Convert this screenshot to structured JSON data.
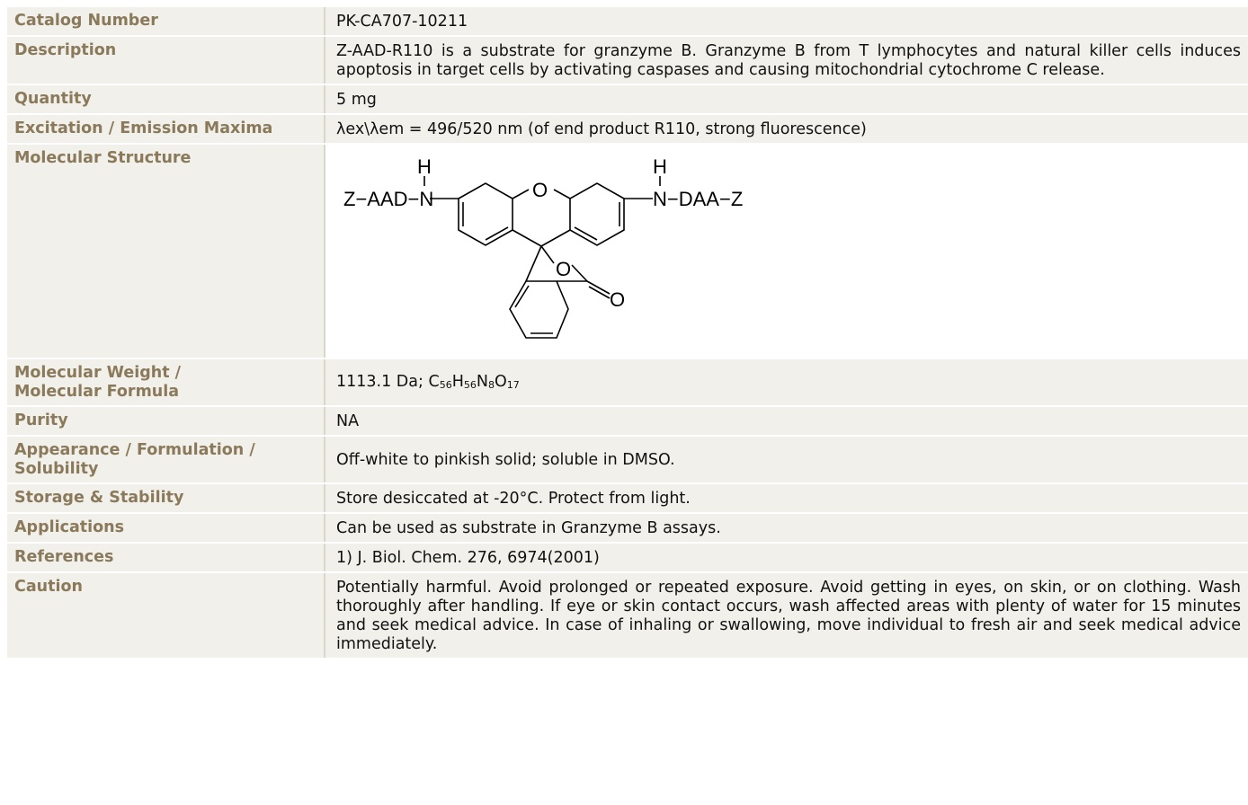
{
  "rows": [
    {
      "label": "Catalog Number",
      "value": "PK-CA707-10211"
    },
    {
      "label": "Description",
      "value": "Z-AAD-R110 is a substrate for granzyme B. Granzyme B from T lymphocytes and natural killer cells induces apoptosis in target cells by activating caspases and causing mitochondrial cytochrome C release."
    },
    {
      "label": "Quantity",
      "value": "5 mg"
    },
    {
      "label": "Excitation / Emission Maxima",
      "value": "λex\\λem = 496/520 nm (of end product R110, strong fluorescence)"
    },
    {
      "label": "Molecular Structure",
      "value": ""
    },
    {
      "label_line1": "Molecular Weight /",
      "label_line2": "Molecular Formula",
      "value_prefix": "1113.1 Da; ",
      "formula": {
        "c": "C",
        "c_n": "56",
        "h": "H",
        "h_n": "56",
        "n": "N",
        "n_n": "8",
        "o": "O",
        "o_n": "17"
      }
    },
    {
      "label": "Purity",
      "value": "NA"
    },
    {
      "label_line1": "Appearance / Formulation /",
      "label_line2": "Solubility",
      "value": "Off-white to pinkish solid; soluble in DMSO."
    },
    {
      "label": "Storage & Stability",
      "value": "Store desiccated at -20°C. Protect from light."
    },
    {
      "label": "Applications",
      "value": "Can be used as substrate in Granzyme B assays."
    },
    {
      "label": "References",
      "value": "1) J. Biol. Chem. 276, 6974(2001)"
    },
    {
      "label": "Caution",
      "value": "Potentially harmful. Avoid prolonged or repeated exposure. Avoid getting in eyes, on skin, or on clothing. Wash thoroughly after handling. If eye or skin contact occurs, wash affected areas with plenty of water for 15 minutes and seek medical advice. In case of inhaling or swallowing, move individual to fresh air and seek medical advice immediately."
    }
  ],
  "structure": {
    "h_left": "H",
    "h_right": "H",
    "left_group": "Z−AAD−N",
    "right_group": "N−DAA−Z",
    "ring_o": "O",
    "lactone_o": "O",
    "carbonyl_o": "O"
  }
}
